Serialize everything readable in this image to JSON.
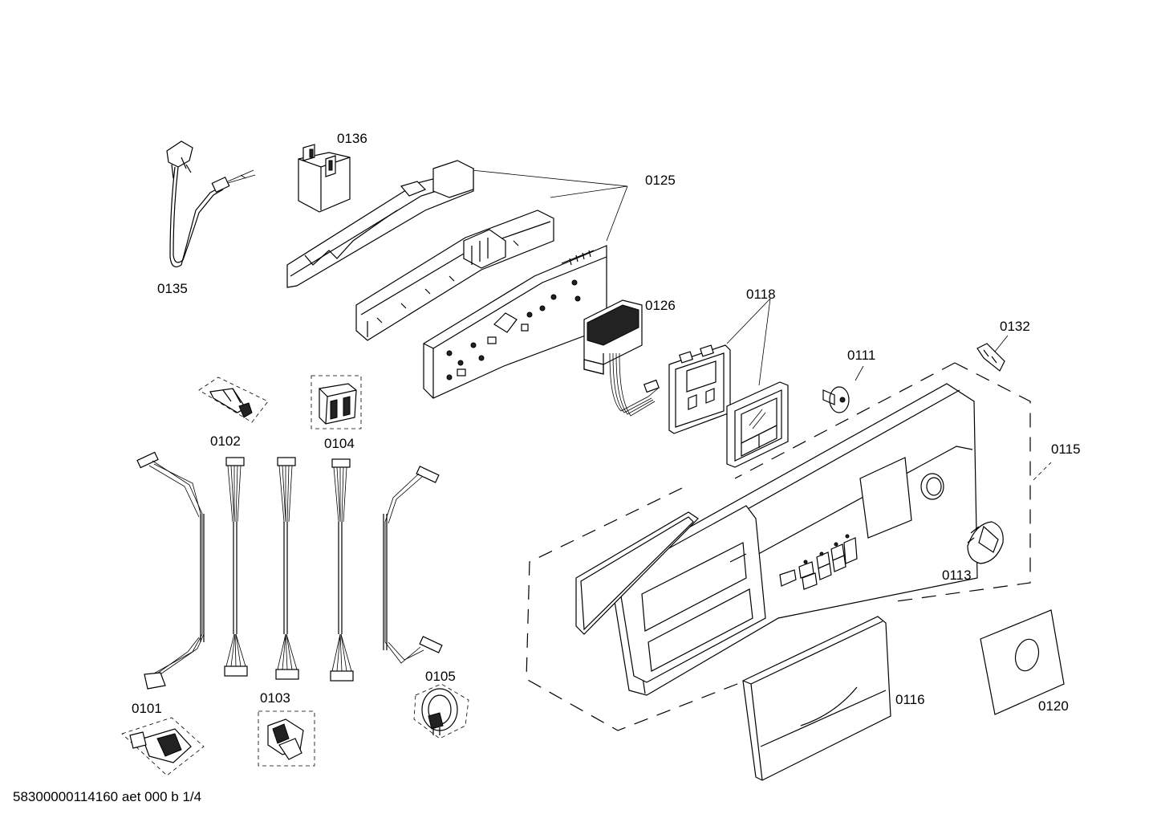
{
  "labels": {
    "p0135": "0135",
    "p0136": "0136",
    "p0125": "0125",
    "p0126": "0126",
    "p0118": "0118",
    "p0132": "0132",
    "p0111": "0111",
    "p0115": "0115",
    "p0113": "0113",
    "p0102": "0102",
    "p0104": "0104",
    "p0101": "0101",
    "p0103": "0103",
    "p0105": "0105",
    "p0116": "0116",
    "p0120": "0120"
  },
  "footer": "58300000114160 aet 000 b 1/4"
}
